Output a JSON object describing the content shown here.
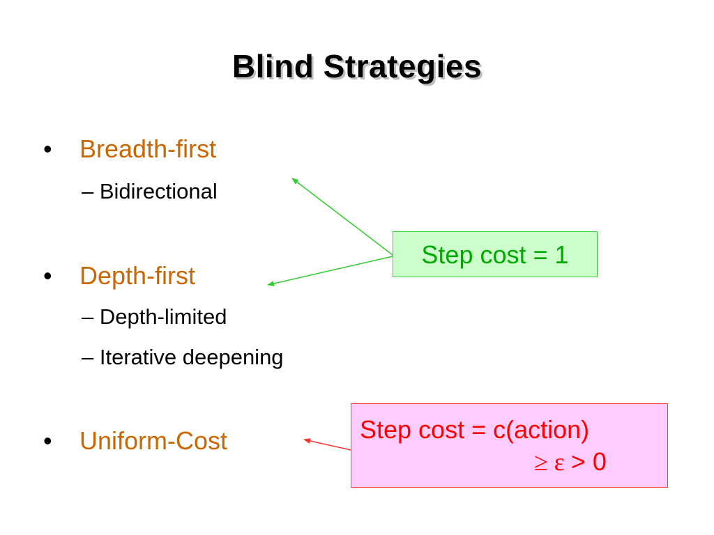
{
  "title": "Blind Strategies",
  "bullets": [
    {
      "marker": "•",
      "label": "Breadth-first"
    },
    {
      "marker": "•",
      "label": "Depth-first"
    },
    {
      "marker": "•",
      "label": "Uniform-Cost"
    }
  ],
  "sub_items": [
    "– Bidirectional",
    "– Depth-limited",
    "– Iterative deepening"
  ],
  "callouts": {
    "unit_cost": "Step cost = 1",
    "action_cost_line1": "Step cost = c(action)",
    "action_cost_geq": "≥",
    "action_cost_eps": "ε",
    "action_cost_gt": "> 0"
  },
  "colors": {
    "bullet_text": "#cc6600",
    "green_box_fill": "#ccffcc",
    "green_box_text": "#00aa00",
    "green_arrow": "#33cc33",
    "pink_box_fill": "#ffccff",
    "pink_box_text": "#ff0000",
    "red_arrow": "#ff3333"
  }
}
